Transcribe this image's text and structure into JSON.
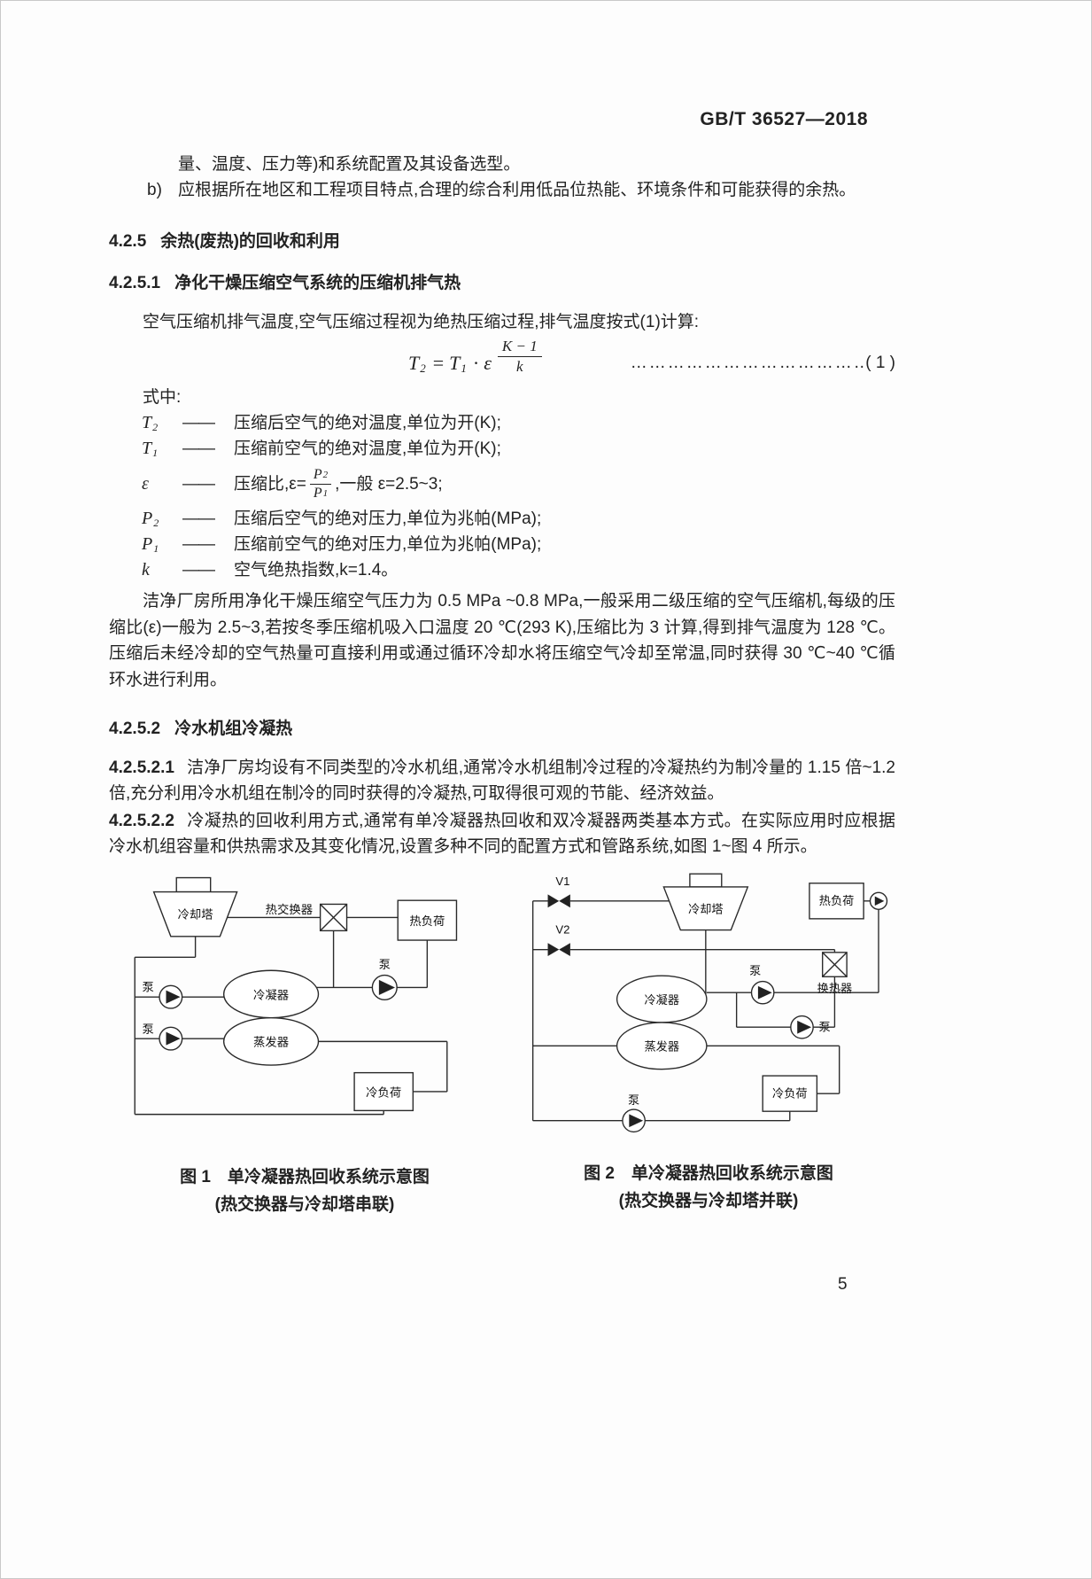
{
  "header": {
    "doc_number": "GB/T 36527—2018"
  },
  "footer": {
    "page_number": "5"
  },
  "content": {
    "cont_line": "量、温度、压力等)和系统配置及其设备选型。",
    "item_b": {
      "marker": "b)",
      "text": "应根据所在地区和工程项目特点,合理的综合利用低品位热能、环境条件和可能获得的余热。"
    },
    "h_425": {
      "num": "4.2.5",
      "title": "余热(废热)的回收和利用"
    },
    "h_4251": {
      "num": "4.2.5.1",
      "title": "净化干燥压缩空气系统的压缩机排气热"
    },
    "p_intro": "空气压缩机排气温度,空气压缩过程视为绝热压缩过程,排气温度按式(1)计算:",
    "formula": {
      "lhs_base": "T",
      "lhs_sub": "2",
      "eq": "=",
      "rhs_base": "T",
      "rhs_sub": "1",
      "dot": "·",
      "eps": "ε",
      "num": "K − 1",
      "den": "k",
      "leader": "………………………………………",
      "number": "( 1 )"
    },
    "where_label": "式中:",
    "definitions": [
      {
        "base": "T",
        "sub": "2",
        "dash": "——",
        "desc": "压缩后空气的绝对温度,单位为开(K);"
      },
      {
        "base": "T",
        "sub": "1",
        "dash": "——",
        "desc": "压缩前空气的绝对温度,单位为开(K);"
      },
      {
        "base": "P",
        "sub": "2",
        "dash": "——",
        "desc": "压缩后空气的绝对压力,单位为兆帕(MPa);"
      },
      {
        "base": "P",
        "sub": "1",
        "dash": "——",
        "desc": "压缩前空气的绝对压力,单位为兆帕(MPa);"
      },
      {
        "base": "k",
        "sub": "",
        "dash": "——",
        "desc": "空气绝热指数,k=1.4。"
      }
    ],
    "eps_def": {
      "term": "ε",
      "dash": "——",
      "pre": "压缩比,ε=",
      "num_base": "P",
      "num_sub": "2",
      "den_base": "P",
      "den_sub": "1",
      "post": ",一般 ε=2.5~3;"
    },
    "p_factory": "洁净厂房所用净化干燥压缩空气压力为 0.5 MPa ~0.8 MPa,一般采用二级压缩的空气压缩机,每级的压缩比(ε)一般为 2.5~3,若按冬季压缩机吸入口温度 20 ℃(293 K),压缩比为 3 计算,得到排气温度为 128 ℃。压缩后未经冷却的空气热量可直接利用或通过循环冷却水将压缩空气冷却至常温,同时获得 30 ℃~40 ℃循环水进行利用。",
    "h_4252": {
      "num": "4.2.5.2",
      "title": "冷水机组冷凝热"
    },
    "p_42521": {
      "num": "4.2.5.2.1",
      "text": "洁净厂房均设有不同类型的冷水机组,通常冷水机组制冷过程的冷凝热约为制冷量的 1.15 倍~1.2 倍,充分利用冷水机组在制冷的同时获得的冷凝热,可取得很可观的节能、经济效益。"
    },
    "p_42522": {
      "num": "4.2.5.2.2",
      "text": "冷凝热的回收利用方式,通常有单冷凝器热回收和双冷凝器两类基本方式。在实际应用时应根据冷水机组容量和供热需求及其变化情况,设置多种不同的配置方式和管路系统,如图 1~图 4 所示。"
    }
  },
  "figure1": {
    "labels": {
      "tower": "冷却塔",
      "hx": "热交换器",
      "heat_load": "热负荷",
      "pump": "泵",
      "condenser": "冷凝器",
      "evaporator": "蒸发器",
      "cold_load": "冷负荷"
    },
    "caption_line1": "图 1　单冷凝器热回收系统示意图",
    "caption_line2": "(热交换器与冷却塔串联)"
  },
  "figure2": {
    "labels": {
      "v1": "V1",
      "v2": "V2",
      "tower": "冷却塔",
      "heat_load": "热负荷",
      "hx": "换热器",
      "pump": "泵",
      "condenser": "冷凝器",
      "evaporator": "蒸发器",
      "cold_load": "冷负荷"
    },
    "caption_line1": "图 2　单冷凝器热回收系统示意图",
    "caption_line2": "(热交换器与冷却塔并联)"
  }
}
